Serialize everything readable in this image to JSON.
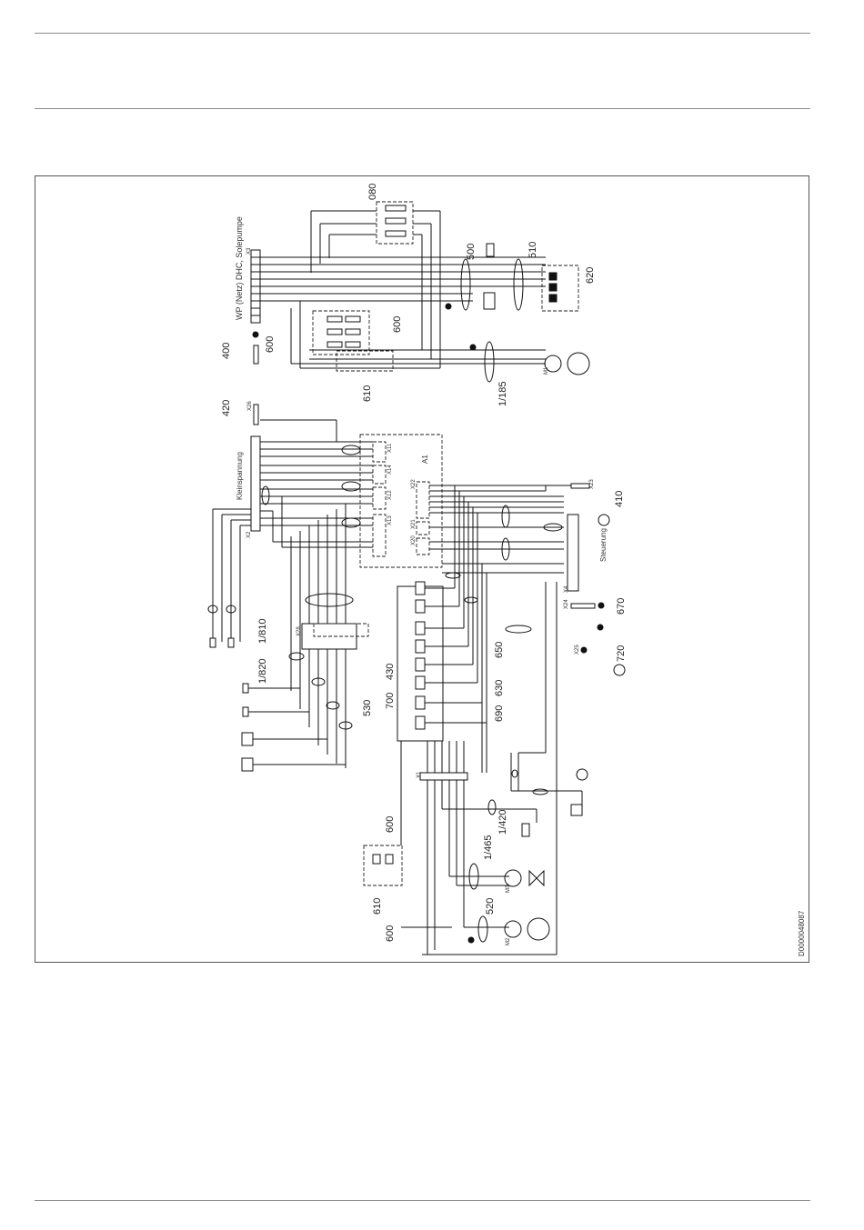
{
  "diagram": {
    "document_id": "D0000048087",
    "component_labels": {
      "c080": "080",
      "c400": "400",
      "c420": "420",
      "c410": "410",
      "c430": "430",
      "c500": "500",
      "c510": "510",
      "c520": "520",
      "c530": "530",
      "c600a": "600",
      "c600b": "600",
      "c600c": "600",
      "c600d": "600",
      "c610a": "610",
      "c610b": "610",
      "c620": "620",
      "c630": "630",
      "c650": "650",
      "c670": "670",
      "c690": "690",
      "c700": "700",
      "c720": "720",
      "c1185": "1/185",
      "c1420": "1/420",
      "c1465": "1/465",
      "c1810": "1/810",
      "c1820": "1/820"
    },
    "text_labels": {
      "kleinspannung": "Kleinspannung",
      "wp_netz": "WP (Netz) DHC, Solepumpe",
      "steuerung": "Steuerung",
      "a1": "A1",
      "x1": "X1",
      "x2": "X2",
      "x3": "X3",
      "x4": "X4",
      "x11": "X11",
      "x12": "X12",
      "x13": "X13",
      "x14": "X14",
      "x20": "X20",
      "x21": "X21",
      "x22": "X22",
      "x23": "X23",
      "x24": "X24",
      "x25": "X25",
      "x26": "X26",
      "x28": "X28",
      "m1": "M1",
      "m2": "M2",
      "m3": "M3"
    }
  }
}
